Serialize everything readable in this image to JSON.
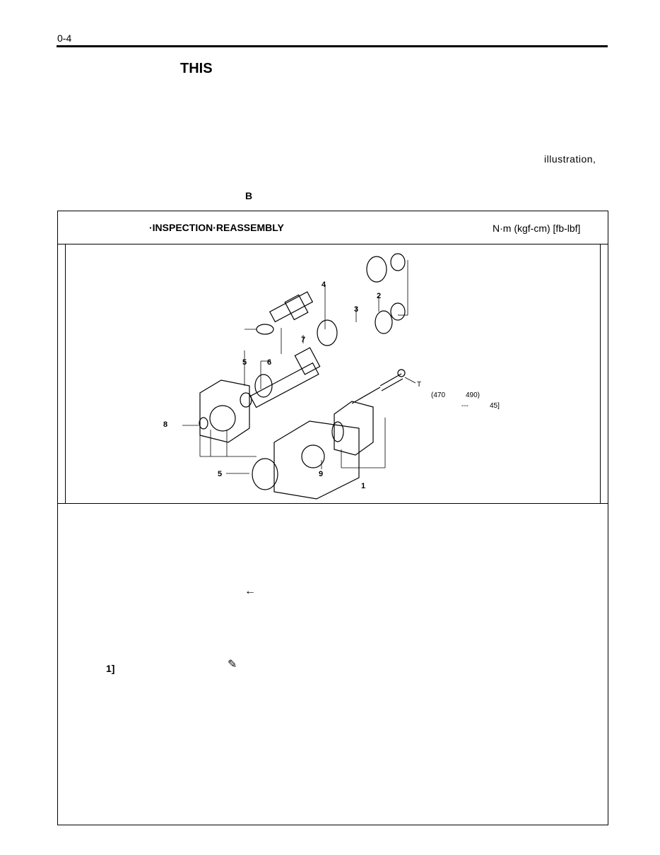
{
  "page_number": "0-4",
  "title": "THIS",
  "body_fragment": "illustration,",
  "label_b": "B",
  "section": {
    "title": "·INSPECTION·REASSEMBLY",
    "units": "N·m (kgf-cm) [fb-lbf]"
  },
  "figure": {
    "part_labels": [
      "1",
      "2",
      "3",
      "4",
      "5",
      "5",
      "6",
      "7",
      "8",
      "9"
    ],
    "torque": {
      "mark": "T",
      "value1": "(470",
      "value2": "490)",
      "value3": "45]",
      "dash": "---"
    }
  },
  "icons": {
    "arrow": "arrow-left-icon",
    "pen": "pen-icon"
  },
  "step_label": "1]"
}
